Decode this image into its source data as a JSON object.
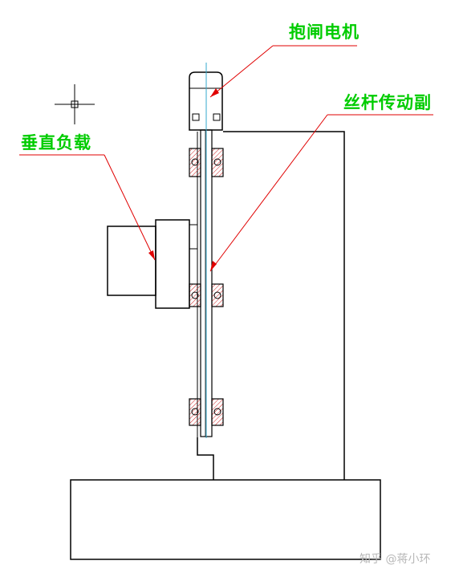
{
  "labels": {
    "brake_motor": "抱闸电机",
    "screw_pair": "丝杆传动副",
    "vertical_load": "垂直负载"
  },
  "watermark": "知乎 @蒋小环",
  "colors": {
    "label_text": "#00cc00",
    "outline": "#000000",
    "leader_line": "#e00000",
    "centerline": "#33aacc"
  },
  "icons": {
    "cursor": "crosshair-cursor-icon"
  }
}
